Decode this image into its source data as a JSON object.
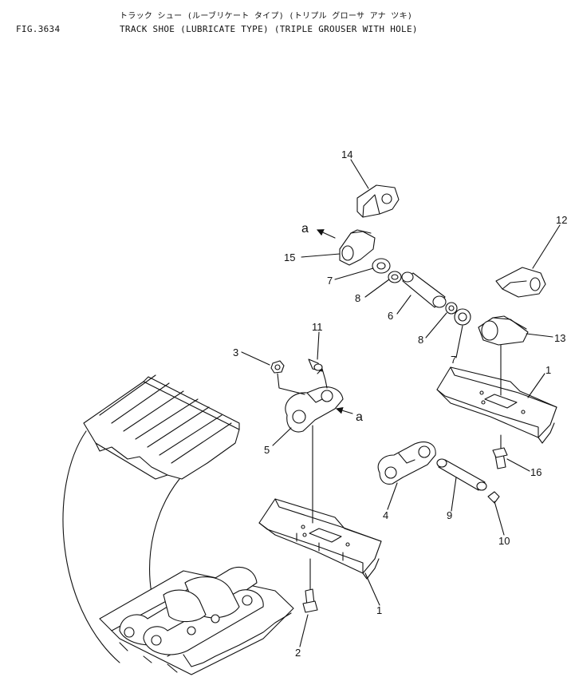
{
  "header": {
    "fig_id": "FIG.3634",
    "title_jp": "トラック シュー (ルーブリケート タイプ) (トリプル グローサ アナ ツキ)",
    "title_en": "TRACK SHOE (LUBRICATE TYPE) (TRIPLE GROUSER WITH HOLE)"
  },
  "callouts": {
    "c1a": "1",
    "c1b": "1",
    "c2": "2",
    "c3": "3",
    "c4": "4",
    "c5": "5",
    "c6": "6",
    "c7a": "7",
    "c7b": "7",
    "c8a": "8",
    "c8b": "8",
    "c9": "9",
    "c10": "10",
    "c11": "11",
    "c12": "12",
    "c13": "13",
    "c14": "14",
    "c15": "15",
    "c16": "16",
    "ca1": "a",
    "ca2": "a"
  }
}
